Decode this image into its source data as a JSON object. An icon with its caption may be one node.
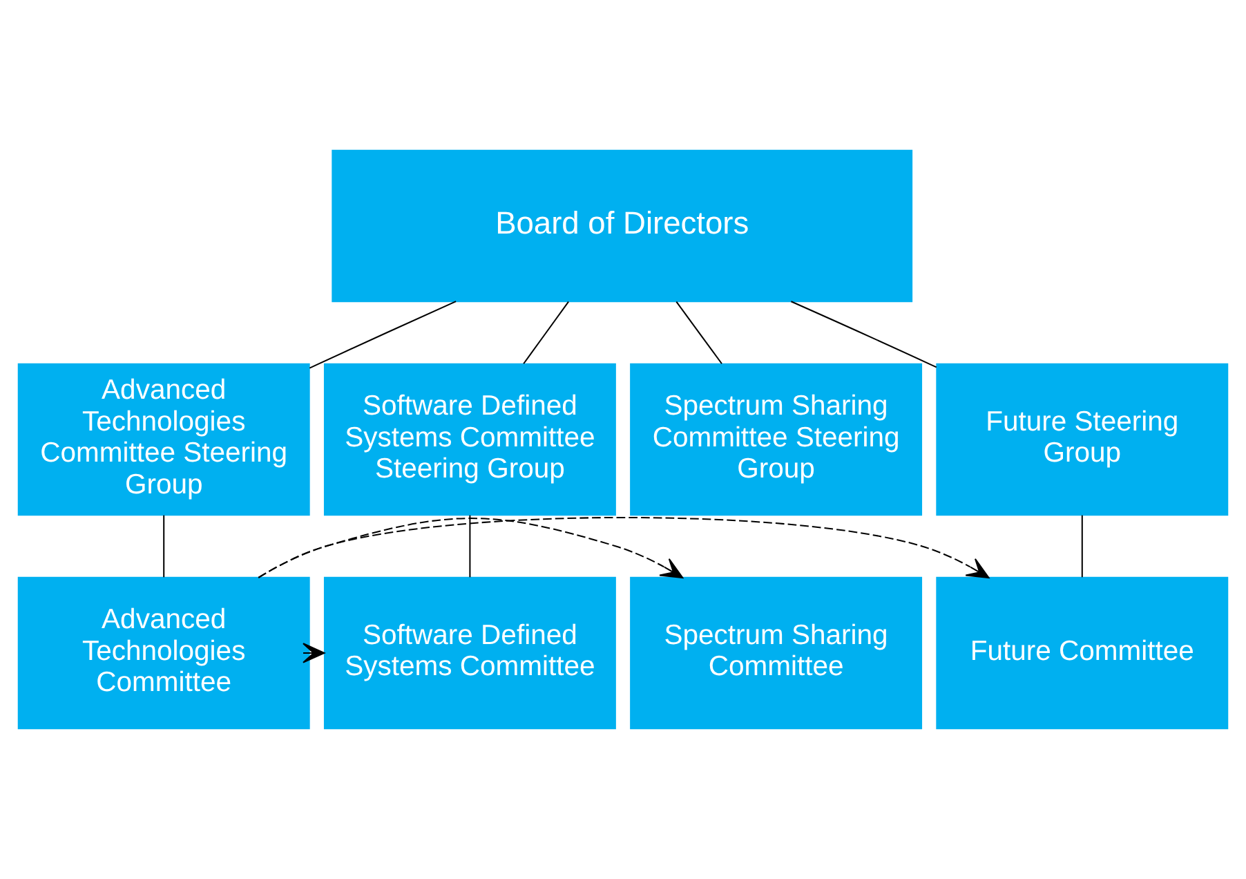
{
  "diagram": {
    "nodes": [
      {
        "text": [
          "Board of Directors"
        ]
      },
      {
        "text": [
          "Advanced Technologies Committee Steering Group"
        ]
      },
      {
        "text": [
          "Software Defined Systems Committee Steering Group"
        ]
      },
      {
        "text": [
          "Spectrum Sharing Committee Steering Group"
        ]
      },
      {
        "text": [
          "Future Steering Group"
        ]
      },
      {
        "text": [
          "Advanced Technologies Committee"
        ]
      },
      {
        "text": [
          "Software Defined Systems Committee"
        ]
      },
      {
        "text": [
          "Spectrum Sharing Committee"
        ]
      },
      {
        "text": [
          "Future Committee"
        ]
      }
    ],
    "edges": [
      {
        "from": 0,
        "to": 1,
        "arrow": "none"
      },
      {
        "from": 0,
        "to": 2,
        "arrow": "none"
      },
      {
        "from": 0,
        "to": 3,
        "arrow": "none"
      },
      {
        "from": 0,
        "to": 4,
        "arrow": "none"
      },
      {
        "from": 1,
        "to": 5,
        "arrow": "none"
      },
      {
        "from": 2,
        "to": 6,
        "arrow": "none"
      },
      {
        "from": 4,
        "to": 8,
        "arrow": "none"
      },
      {
        "from": 5,
        "to": 6,
        "arrow": "to",
        "style": "dashed"
      },
      {
        "from": 5,
        "to": 7,
        "arrow": "to",
        "style": "dashed"
      },
      {
        "from": 5,
        "to": 8,
        "arrow": "to",
        "style": "dashed"
      }
    ]
  }
}
